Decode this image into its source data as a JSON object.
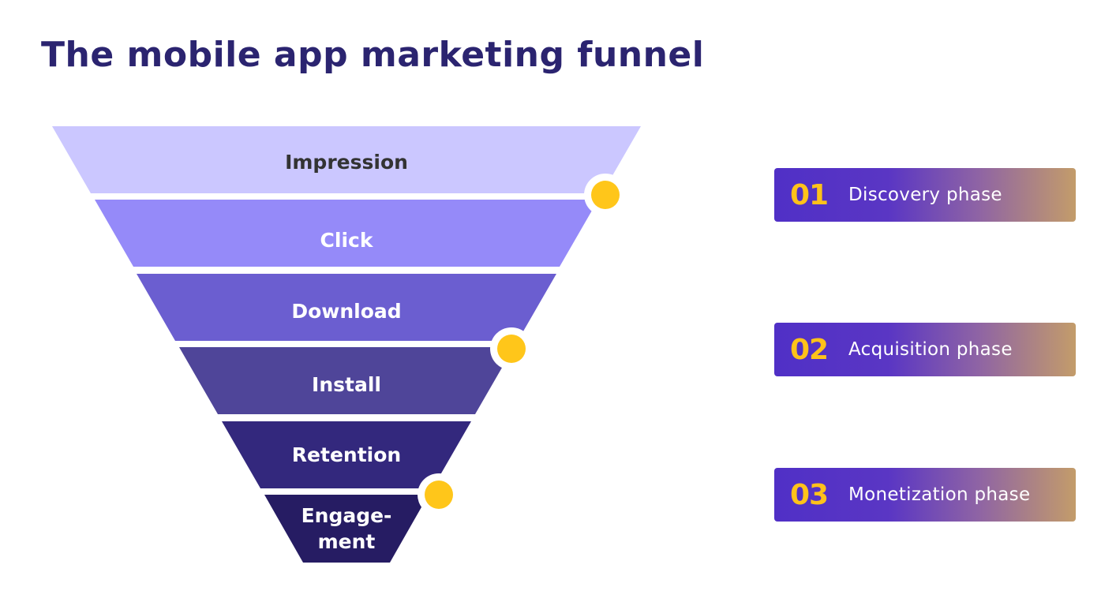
{
  "title": "The mobile app marketing funnel",
  "stages": [
    {
      "label": "Impression",
      "fill": "#cbc7ff",
      "text_color": "#333333"
    },
    {
      "label": "Click",
      "fill": "#958af9",
      "text_color": "#ffffff"
    },
    {
      "label": "Download",
      "fill": "#6b5ed0",
      "text_color": "#ffffff"
    },
    {
      "label": "Install",
      "fill": "#4f4599",
      "text_color": "#ffffff"
    },
    {
      "label": "Retention",
      "fill": "#33287d",
      "text_color": "#ffffff"
    },
    {
      "label_lines": [
        "Engage-",
        "ment"
      ],
      "fill": "#261c63",
      "text_color": "#ffffff"
    }
  ],
  "phases": [
    {
      "number": "01",
      "label": "Discovery phase"
    },
    {
      "number": "02",
      "label": "Acquisition phase"
    },
    {
      "number": "03",
      "label": "Monetization phase"
    }
  ],
  "colors": {
    "title": "#2b2470",
    "marker": "#ffc61a",
    "connector": "#3b2f8f",
    "phase_number": "#ffc21a"
  }
}
